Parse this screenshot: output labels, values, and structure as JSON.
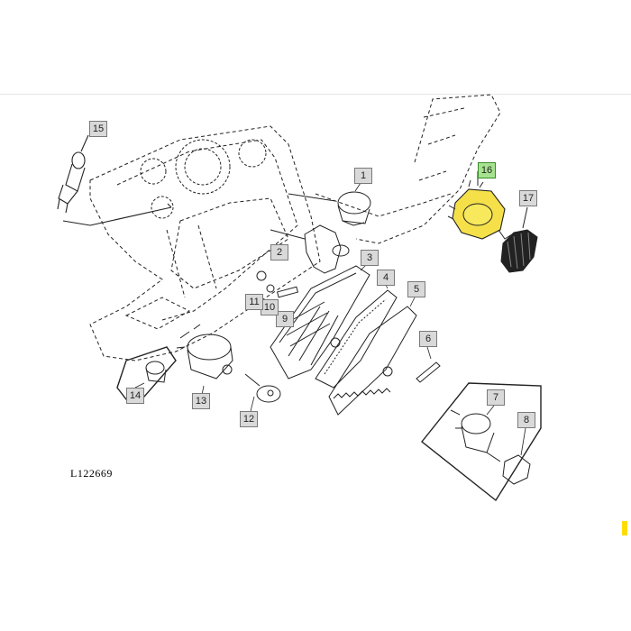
{
  "diagram": {
    "reference_code": "L122669",
    "highlight_color": "#f5e04a",
    "callout_highlight_color": "#a6e38f",
    "callouts": [
      {
        "id": "1",
        "highlighted": false
      },
      {
        "id": "2",
        "highlighted": false
      },
      {
        "id": "3",
        "highlighted": false
      },
      {
        "id": "4",
        "highlighted": false
      },
      {
        "id": "5",
        "highlighted": false
      },
      {
        "id": "6",
        "highlighted": false
      },
      {
        "id": "7",
        "highlighted": false
      },
      {
        "id": "8",
        "highlighted": false
      },
      {
        "id": "9",
        "highlighted": false
      },
      {
        "id": "10",
        "highlighted": false
      },
      {
        "id": "11",
        "highlighted": false
      },
      {
        "id": "12",
        "highlighted": false
      },
      {
        "id": "13",
        "highlighted": false
      },
      {
        "id": "14",
        "highlighted": false
      },
      {
        "id": "15",
        "highlighted": false
      },
      {
        "id": "16",
        "highlighted": true
      },
      {
        "id": "17",
        "highlighted": false
      }
    ]
  }
}
